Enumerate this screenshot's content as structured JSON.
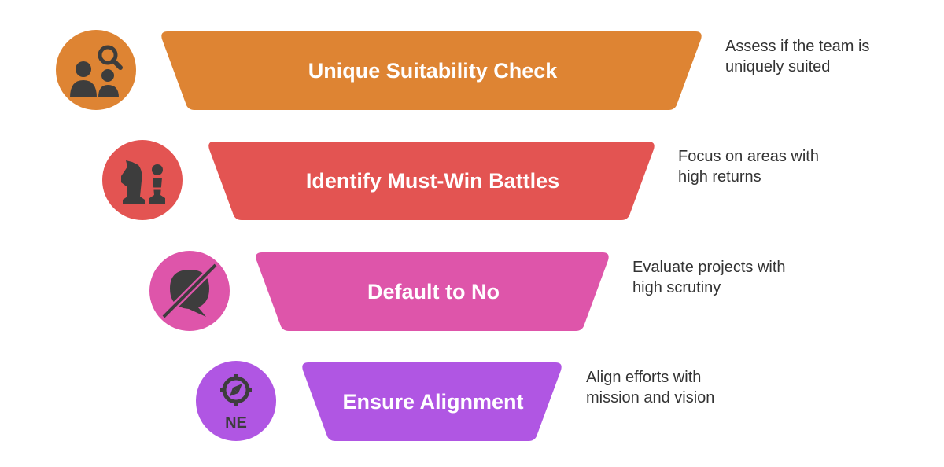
{
  "tiers": [
    {
      "label": "Unique Suitability Check",
      "description_lines": [
        "Assess if the team is",
        "uniquely suited"
      ],
      "color": "#DE8433",
      "icon": "team-search-icon"
    },
    {
      "label": "Identify Must-Win Battles",
      "description_lines": [
        "Focus on areas with",
        "high returns"
      ],
      "color": "#E35452",
      "icon": "chess-pieces-icon"
    },
    {
      "label": "Default to No",
      "description_lines": [
        "Evaluate projects with",
        "high scrutiny"
      ],
      "color": "#DE55AA",
      "icon": "no-chat-icon"
    },
    {
      "label": "Ensure Alignment",
      "description_lines": [
        "Align efforts with",
        "mission and vision"
      ],
      "color": "#B056E3",
      "icon": "compass-ne-icon",
      "icon_text": "NE"
    }
  ],
  "icon_color": "#3D3D3D"
}
